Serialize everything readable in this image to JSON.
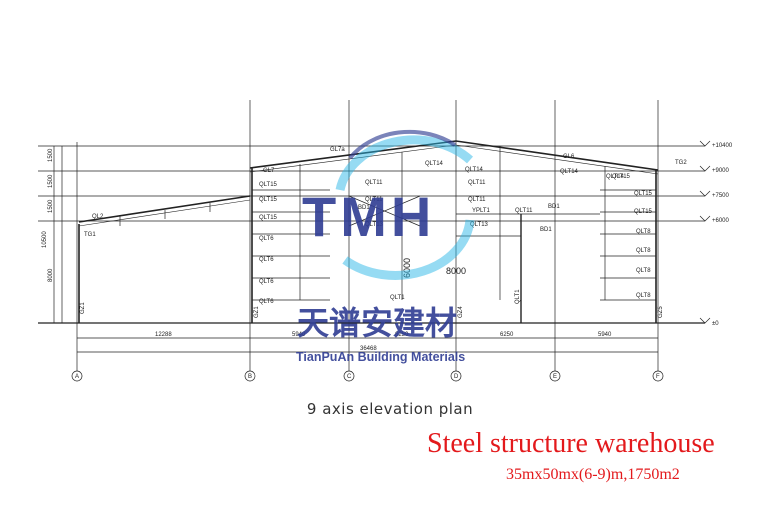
{
  "drawing": {
    "axes": [
      "A",
      "B",
      "C",
      "D",
      "E",
      "F"
    ],
    "bottom_dims": [
      "12288",
      "5940",
      "6250",
      "6250",
      "5940"
    ],
    "overall_dim": "36468",
    "left_dims": [
      "1500",
      "1500",
      "1500",
      "8000"
    ],
    "left_total": "10500",
    "elevation_tags": [
      "+10400",
      "+9000",
      "+7500",
      "+6000",
      "±0"
    ],
    "center_height": "6000",
    "center_height_2": "8000",
    "members": {
      "purlins_left": [
        "QLT15",
        "QLT15",
        "QLT15",
        "QLT6",
        "QLT6",
        "QLT6",
        "QLT6"
      ],
      "purlins_right": [
        "QLT15",
        "QLT15",
        "QLT8",
        "QLT8",
        "QLT8",
        "QLT8"
      ],
      "center": [
        "QLT11",
        "QLT11",
        "QLT11",
        "QLT11",
        "QLT13",
        "QLT13",
        "YPLT1",
        "QLT11",
        "QLT1",
        "QLT1"
      ],
      "roof": [
        "GL7",
        "GL7a",
        "GL6",
        "QLT14",
        "QLT14",
        "QLT14",
        "QLT14",
        "QLT15"
      ],
      "bracing": [
        "BD1",
        "BD1",
        "BD1",
        "QL2"
      ],
      "columns": [
        "GZ1",
        "GZ1",
        "GZ4",
        "GZ5"
      ],
      "tags": [
        "TG1",
        "TG2"
      ]
    }
  },
  "logo": {
    "letters": "TMH",
    "cn_name": "天谱安建材",
    "en_name": "TianPuAn Building Materials"
  },
  "caption": "9 axis elevation plan",
  "title": "Steel structure warehouse",
  "subtitle": "35mx50mx(6-9)m,1750m2",
  "colors": {
    "title_red": "#e3191c",
    "logo_blue": "#2f3d93",
    "logo_cyan": "#2ab6e6"
  }
}
